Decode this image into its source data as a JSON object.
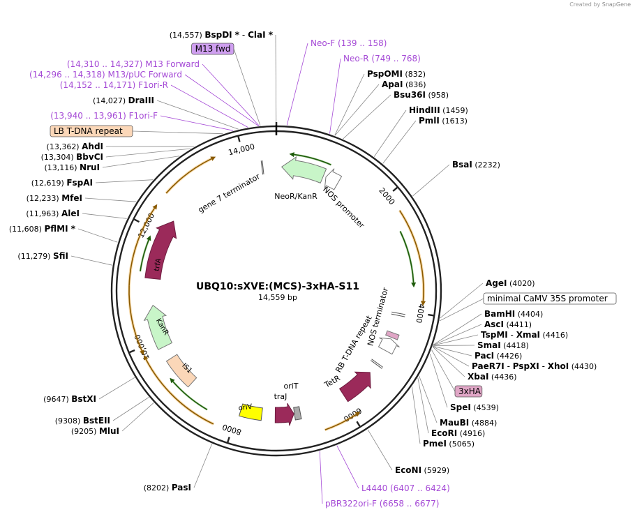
{
  "credit": {
    "prefix": "Created by",
    "brand": "SnapGene"
  },
  "map": {
    "name": "UBQ10:sXVE:(MCS)-3xHA-S11",
    "length_label": "14,559 bp",
    "total_bp": 14559
  },
  "ruler_ticks": [
    {
      "bp": 2000,
      "label": "2000"
    },
    {
      "bp": 4000,
      "label": "4000"
    },
    {
      "bp": 6000,
      "label": "6000"
    },
    {
      "bp": 8000,
      "label": "8000"
    },
    {
      "bp": 10000,
      "label": "10,000"
    },
    {
      "bp": 12000,
      "label": "12,000"
    },
    {
      "bp": 14000,
      "label": "14,000"
    }
  ],
  "left_labels": [
    {
      "pos": "(14,557)",
      "name": "BspDI *",
      "sep": " - ",
      "name2": "ClaI *",
      "bp": 14557,
      "type": "enzyme"
    },
    {
      "name": "M13 fwd",
      "bp": 14335,
      "type": "feature-purple"
    },
    {
      "pos": "(14,310 .. 14,327)",
      "name": "M13 Forward",
      "bp": 14318,
      "type": "primer"
    },
    {
      "pos": "(14,296 .. 14,318)",
      "name": "M13/pUC Forward",
      "bp": 14307,
      "type": "primer"
    },
    {
      "pos": "(14,152 .. 14,171)",
      "name": "F1ori-R",
      "bp": 14161,
      "type": "primer"
    },
    {
      "pos": "(14,027)",
      "name": "DraIII",
      "bp": 14027,
      "type": "enzyme"
    },
    {
      "pos": "(13,940 .. 13,961)",
      "name": "F1ori-F",
      "bp": 13950,
      "type": "primer"
    },
    {
      "name": "LB T-DNA repeat",
      "bp": 13800,
      "type": "feature-peach"
    },
    {
      "pos": "(13,362)",
      "name": "AhdI",
      "bp": 13362,
      "type": "enzyme"
    },
    {
      "pos": "(13,304)",
      "name": "BbvCI",
      "bp": 13304,
      "type": "enzyme"
    },
    {
      "pos": "(13,116)",
      "name": "NruI",
      "bp": 13116,
      "type": "enzyme"
    },
    {
      "pos": "(12,619)",
      "name": "FspAI",
      "bp": 12619,
      "type": "enzyme"
    },
    {
      "pos": "(12,233)",
      "name": "MfeI",
      "bp": 12233,
      "type": "enzyme"
    },
    {
      "pos": "(11,963)",
      "name": "AleI",
      "bp": 11963,
      "type": "enzyme"
    },
    {
      "pos": "(11,608)",
      "name": "PflMI *",
      "bp": 11608,
      "type": "enzyme"
    },
    {
      "pos": "(11,279)",
      "name": "SfiI",
      "bp": 11279,
      "type": "enzyme"
    },
    {
      "pos": "(9647)",
      "name": "BstXI",
      "bp": 9647,
      "type": "enzyme"
    },
    {
      "pos": "(9308)",
      "name": "BstEII",
      "bp": 9308,
      "type": "enzyme"
    },
    {
      "pos": "(9205)",
      "name": "MluI",
      "bp": 9205,
      "type": "enzyme"
    },
    {
      "pos": "(8202)",
      "name": "PasI",
      "bp": 8202,
      "type": "enzyme"
    }
  ],
  "right_labels": [
    {
      "name": "Neo-F",
      "pos": "(139 .. 158)",
      "bp": 148,
      "type": "primer"
    },
    {
      "name": "Neo-R",
      "pos": "(749 .. 768)",
      "bp": 758,
      "type": "primer"
    },
    {
      "name": "PspOMI",
      "pos": "(832)",
      "bp": 832,
      "type": "enzyme"
    },
    {
      "name": "ApaI",
      "pos": "(836)",
      "bp": 836,
      "type": "enzyme"
    },
    {
      "name": "Bsu36I",
      "pos": "(958)",
      "bp": 958,
      "type": "enzyme"
    },
    {
      "name": "HindIII",
      "pos": "(1459)",
      "bp": 1459,
      "type": "enzyme"
    },
    {
      "name": "PmlI",
      "pos": "(1613)",
      "bp": 1613,
      "type": "enzyme"
    },
    {
      "name": "BsaI",
      "pos": "(2232)",
      "bp": 2232,
      "type": "enzyme"
    },
    {
      "name": "AgeI",
      "pos": "(4020)",
      "bp": 4020,
      "type": "enzyme"
    },
    {
      "name": "minimal CaMV 35S promoter",
      "bp": 4060,
      "type": "feature-white"
    },
    {
      "name": "BamHI",
      "pos": "(4404)",
      "bp": 4404,
      "type": "enzyme"
    },
    {
      "name": "AscI",
      "pos": "(4411)",
      "bp": 4411,
      "type": "enzyme"
    },
    {
      "name": "TspMI",
      "sep": " - ",
      "name2": "XmaI",
      "pos": "(4416)",
      "bp": 4416,
      "type": "enzyme"
    },
    {
      "name": "SmaI",
      "pos": "(4418)",
      "bp": 4418,
      "type": "enzyme"
    },
    {
      "name": "PacI",
      "pos": "(4426)",
      "bp": 4426,
      "type": "enzyme"
    },
    {
      "name": "PaeR7I",
      "sep": " - ",
      "name2": "PspXI",
      "sep2": " - ",
      "name3": "XhoI",
      "pos": "(4430)",
      "bp": 4430,
      "type": "enzyme"
    },
    {
      "name": "XbaI",
      "pos": "(4436)",
      "bp": 4436,
      "type": "enzyme"
    },
    {
      "name": "3xHA",
      "bp": 4480,
      "type": "feature-pink"
    },
    {
      "name": "SpeI",
      "pos": "(4539)",
      "bp": 4539,
      "type": "enzyme"
    },
    {
      "name": "MauBI",
      "pos": "(4884)",
      "bp": 4884,
      "type": "enzyme"
    },
    {
      "name": "EcoRI",
      "pos": "(4916)",
      "bp": 4916,
      "type": "enzyme"
    },
    {
      "name": "PmeI",
      "pos": "(5065)",
      "bp": 5065,
      "type": "enzyme"
    },
    {
      "name": "EcoNI",
      "pos": "(5929)",
      "bp": 5929,
      "type": "enzyme"
    },
    {
      "name": "L4440",
      "pos": "(6407 .. 6424)",
      "bp": 6415,
      "type": "primer"
    },
    {
      "name": "pBR322ori-F",
      "pos": "(6658 .. 6677)",
      "bp": 6667,
      "type": "primer"
    }
  ],
  "inner_features": [
    {
      "name": "NeoR/KanR",
      "start": 100,
      "end": 900,
      "dir": -1,
      "color": "#c8f5c8",
      "stroke": "#777777",
      "type": "arrow"
    },
    {
      "name": "NOS promoter",
      "start": 950,
      "end": 1200,
      "dir": -1,
      "color": "#ffffff",
      "stroke": "#777777",
      "type": "arrow"
    },
    {
      "name": "gene 7 terminator",
      "start": 14290,
      "end": 14310,
      "color": "#ffffff",
      "type": "term"
    },
    {
      "name": "NOS terminator",
      "start": 4560,
      "end": 4800,
      "dir": -1,
      "color": "#ffffff",
      "stroke": "#777777",
      "type": "arrow"
    },
    {
      "name": "RB T-DNA repeat",
      "start": 5080,
      "end": 5110,
      "color": "#ffffff",
      "type": "term"
    },
    {
      "name": "TetR",
      "start": 5300,
      "end": 5950,
      "dir": -1,
      "color": "#9b2a5a",
      "stroke": "#6e1e40",
      "type": "arrow"
    },
    {
      "name": "traJ",
      "start": 6950,
      "end": 7300,
      "dir": -1,
      "color": "#9b2a5a",
      "stroke": "#6e1e40",
      "type": "arrow"
    },
    {
      "name": "oriT",
      "start": 6830,
      "end": 6940,
      "color": "#aaaaaa",
      "stroke": "#555555",
      "type": "box"
    },
    {
      "name": "oriV",
      "start": 7550,
      "end": 7950,
      "color": "#ffff00",
      "stroke": "#555555",
      "type": "box"
    },
    {
      "name": "IS1",
      "start": 9000,
      "end": 9600,
      "color": "#fbd7b8",
      "stroke": "#777777",
      "type": "box"
    },
    {
      "name": "KanR",
      "start": 9850,
      "end": 10650,
      "dir": 1,
      "color": "#c8f5c8",
      "stroke": "#777777",
      "type": "arrow"
    },
    {
      "name": "trfA",
      "start": 11150,
      "end": 12300,
      "dir": 1,
      "color": "#9b2a5a",
      "stroke": "#6e1e40",
      "type": "arrow"
    },
    {
      "name": "minimal CaMV 35S promoter",
      "start": 4060,
      "end": 4100,
      "color": "#ffffff",
      "type": "term"
    },
    {
      "name": "3xHA",
      "start": 4440,
      "end": 4530,
      "color": "#e0a6c6",
      "stroke": "#777777",
      "type": "box"
    }
  ],
  "orf_arcs": [
    {
      "start": 300,
      "end": 950,
      "dir": -1
    },
    {
      "start": 2600,
      "end": 3500,
      "dir": 1
    },
    {
      "start": 2300,
      "end": 3800,
      "dir": 1,
      "orange": true
    },
    {
      "start": 5950,
      "end": 6500,
      "dir": -1,
      "orange": true
    },
    {
      "start": 8500,
      "end": 9250,
      "dir": 1
    },
    {
      "start": 8300,
      "end": 9800,
      "dir": 1,
      "orange": true
    },
    {
      "start": 9950,
      "end": 11000,
      "dir": -1,
      "orange": true
    },
    {
      "start": 11250,
      "end": 11800,
      "dir": 1
    },
    {
      "start": 11000,
      "end": 12300,
      "dir": 1,
      "orange": true
    },
    {
      "start": 12600,
      "end": 13500,
      "dir": 1,
      "orange": true
    }
  ],
  "colors": {
    "enzyme": "#000000",
    "primer": "#a54ad6",
    "orf_green": "#3a9a1a",
    "orf_orange": "#f0a020",
    "backbone": "#222222",
    "leader": "#888888"
  }
}
